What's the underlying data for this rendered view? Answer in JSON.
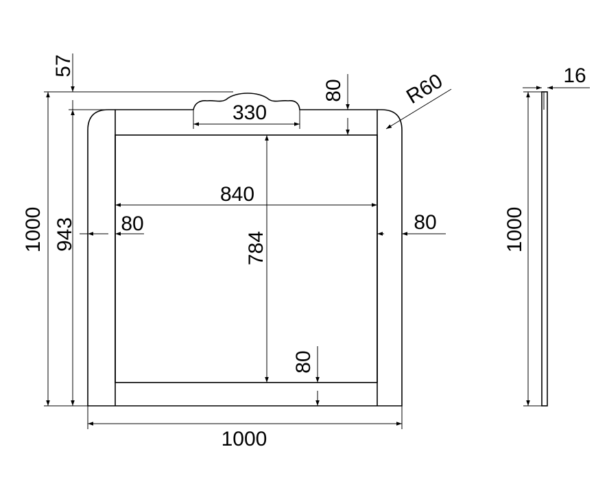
{
  "front_view": {
    "overall_width": "1000",
    "overall_height": "1000",
    "side_height": "943",
    "crest_height": "57",
    "crest_width": "330",
    "top_rail": "80",
    "bottom_rail": "80",
    "left_stile": "80",
    "right_stile": "80",
    "inner_width": "840",
    "inner_height": "784",
    "corner_radius": "R60"
  },
  "side_view": {
    "height": "1000",
    "thickness": "16"
  }
}
